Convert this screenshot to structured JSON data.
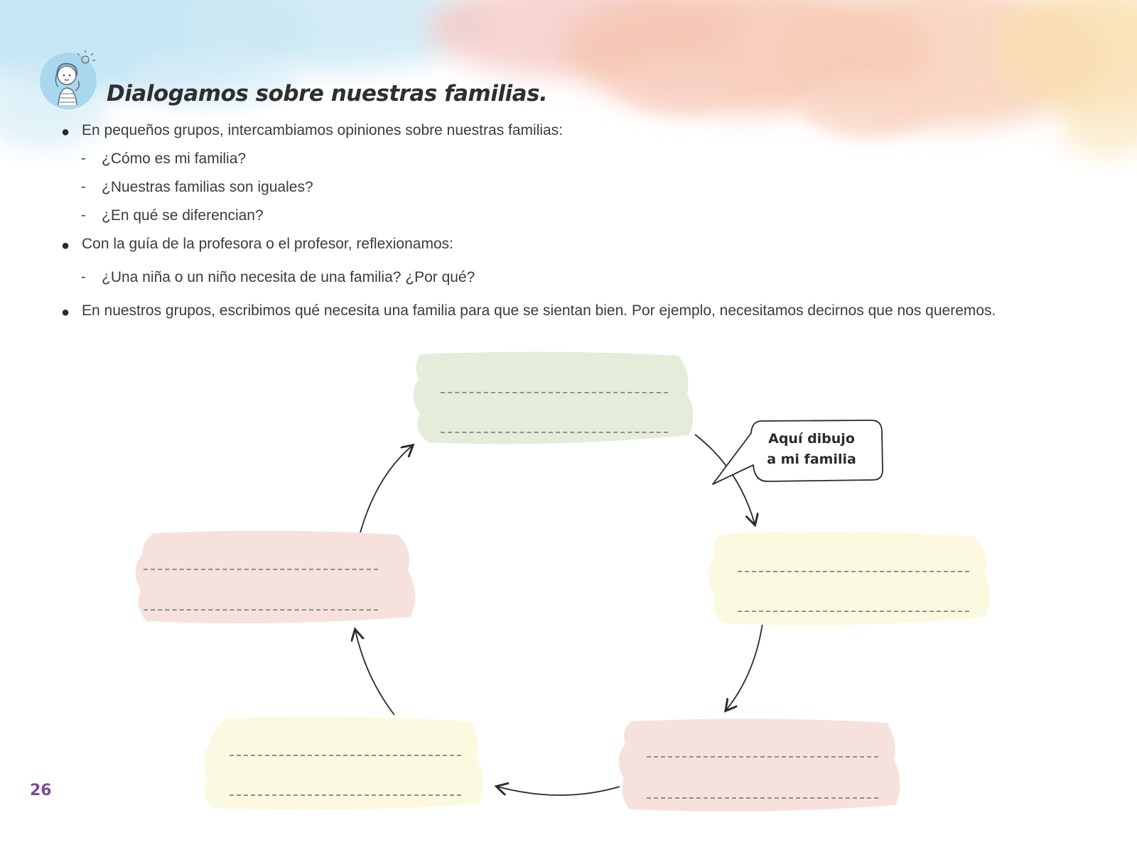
{
  "page": {
    "title": "Dialogamos sobre nuestras familias.",
    "page_number": "26",
    "accent_purple": "#7b4a96",
    "palette": {
      "green": "#e3edd9",
      "pink": "#f6e1dc",
      "yellow": "#fbfae0",
      "sky": "#bfe3f3",
      "peach": "#f7c7b3"
    }
  },
  "instructions": {
    "bullet1": "En pequeños grupos, intercambiamos opiniones sobre nuestras familias:",
    "q1": "¿Cómo es mi familia?",
    "q2": "¿Nuestras familias son iguales?",
    "q3": "¿En qué se diferencian?",
    "bullet2": "Con la guía de la profesora o el profesor, reflexionamos:",
    "q4": "¿Una niña o un niño necesita de una familia? ¿Por qué?",
    "bullet3": "En nuestros grupos, escribimos qué necesita una familia para que se sientan bien. Por ejemplo, necesitamos decirnos que nos queremos."
  },
  "diagram": {
    "speech_bubble_line1": "Aquí dibujo",
    "speech_bubble_line2": "a mi familia",
    "box_icons": "blank-write-line"
  }
}
